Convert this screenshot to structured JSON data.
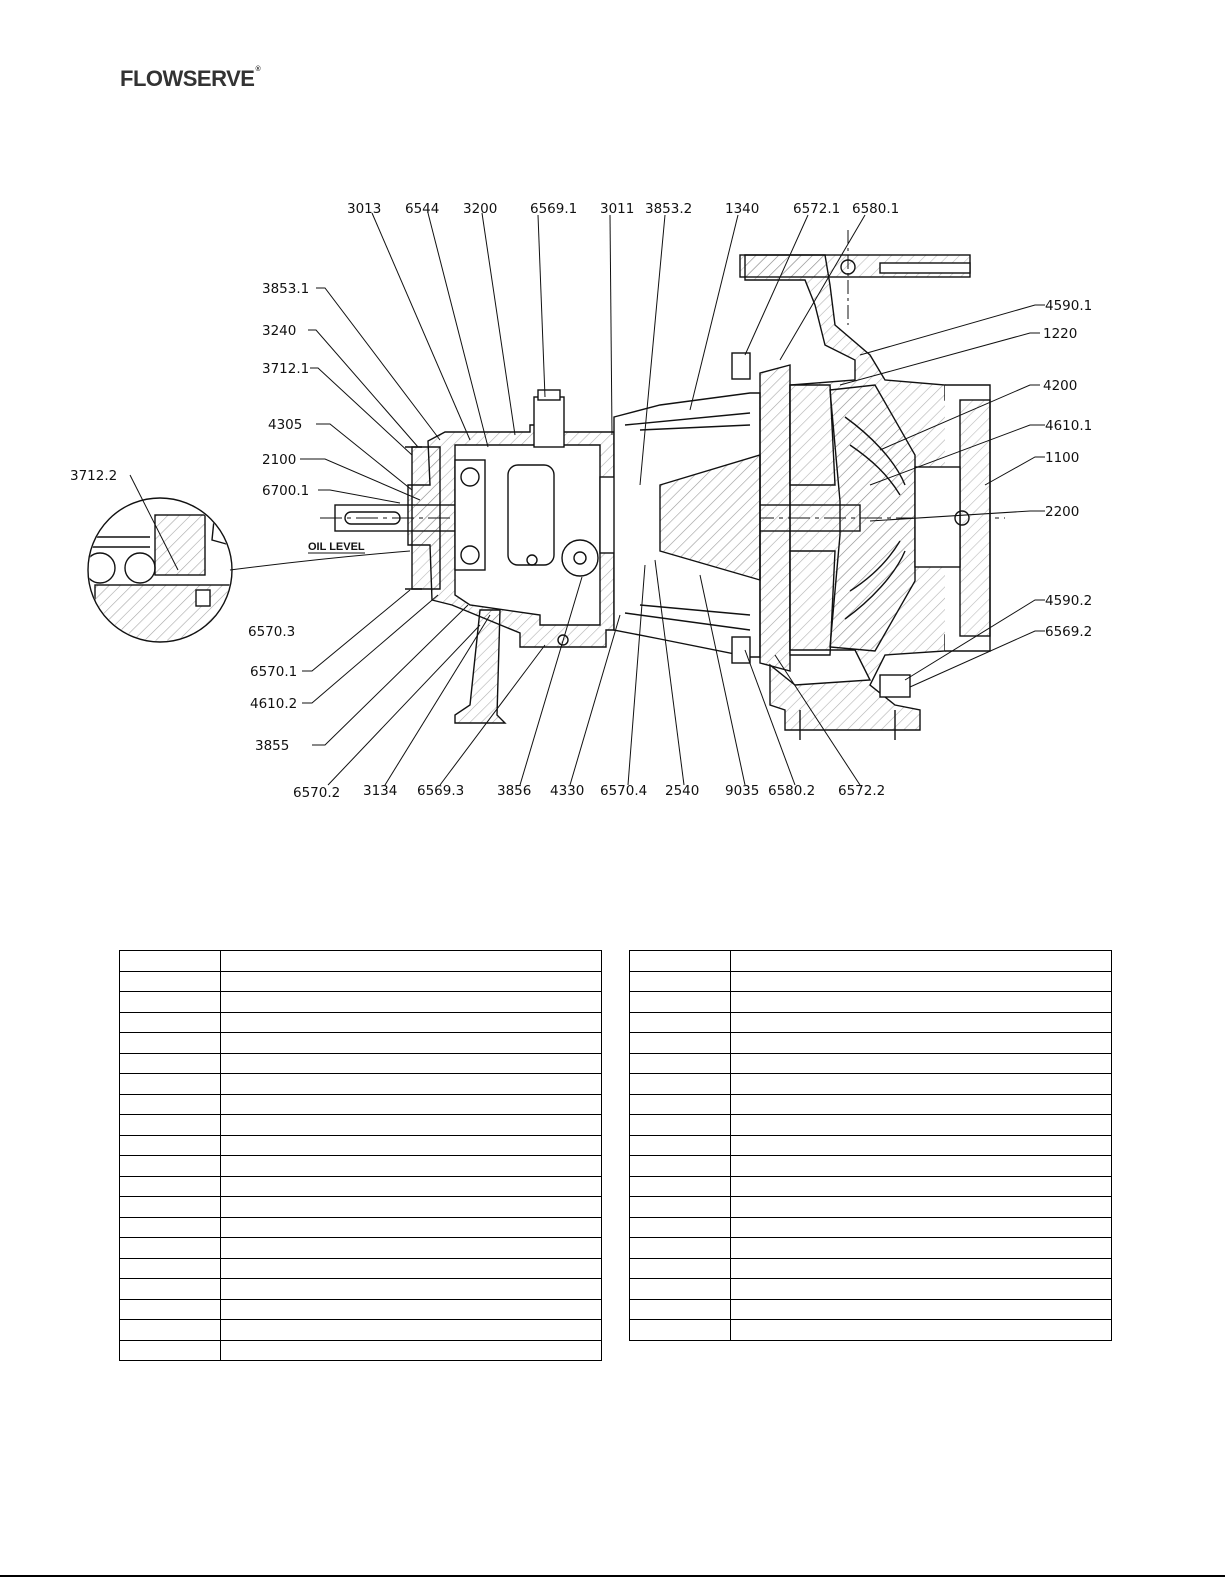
{
  "logo": {
    "text": "FLOWSERVE",
    "registered": "®"
  },
  "drawing": {
    "oil_level_label": "OIL LEVEL",
    "callouts": {
      "c3013": "3013",
      "c6544": "6544",
      "c3200": "3200",
      "c6569_1": "6569.1",
      "c3011": "3011",
      "c3853_2": "3853.2",
      "c1340": "1340",
      "c6572_1": "6572.1",
      "c6580_1": "6580.1",
      "c3853_1": "3853.1",
      "c3240": "3240",
      "c3712_1": "3712.1",
      "c4305": "4305",
      "c2100": "2100",
      "c6700_1": "6700.1",
      "c3712_2": "3712.2",
      "c6570_3": "6570.3",
      "c6570_1": "6570.1",
      "c4610_2": "4610.2",
      "c3855": "3855",
      "c6570_2": "6570.2",
      "c3134": "3134",
      "c6569_3": "6569.3",
      "c3856": "3856",
      "c4330": "4330",
      "c6570_4": "6570.4",
      "c2540": "2540",
      "c9035": "9035",
      "c6580_2": "6580.2",
      "c6572_2": "6572.2",
      "c4590_1": "4590.1",
      "c1220": "1220",
      "c4200": "4200",
      "c4610_1": "4610.1",
      "c1100": "1100",
      "c2200": "2200",
      "c4590_2": "4590.2",
      "c6569_2": "6569.2"
    }
  },
  "tables": {
    "left_rows": [
      [
        "",
        ""
      ],
      [
        "",
        ""
      ],
      [
        "",
        ""
      ],
      [
        "",
        ""
      ],
      [
        "",
        ""
      ],
      [
        "",
        ""
      ],
      [
        "",
        ""
      ],
      [
        "",
        ""
      ],
      [
        "",
        ""
      ],
      [
        "",
        ""
      ],
      [
        "",
        ""
      ],
      [
        "",
        ""
      ],
      [
        "",
        ""
      ],
      [
        "",
        ""
      ],
      [
        "",
        ""
      ],
      [
        "",
        ""
      ],
      [
        "",
        ""
      ],
      [
        "",
        ""
      ],
      [
        "",
        ""
      ],
      [
        "",
        ""
      ]
    ],
    "right_rows": [
      [
        "",
        ""
      ],
      [
        "",
        ""
      ],
      [
        "",
        ""
      ],
      [
        "",
        ""
      ],
      [
        "",
        ""
      ],
      [
        "",
        ""
      ],
      [
        "",
        ""
      ],
      [
        "",
        ""
      ],
      [
        "",
        ""
      ],
      [
        "",
        ""
      ],
      [
        "",
        ""
      ],
      [
        "",
        ""
      ],
      [
        "",
        ""
      ],
      [
        "",
        ""
      ],
      [
        "",
        ""
      ],
      [
        "",
        ""
      ],
      [
        "",
        ""
      ],
      [
        "",
        ""
      ],
      [
        "",
        ""
      ]
    ]
  }
}
